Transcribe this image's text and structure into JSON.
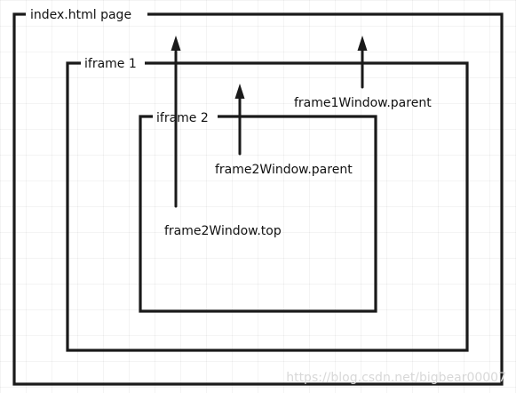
{
  "frames": {
    "page": {
      "title": "index.html page"
    },
    "iframe1": {
      "title": "iframe 1"
    },
    "iframe2": {
      "title": "iframe 2"
    }
  },
  "arrows": {
    "frame1_parent": {
      "label": "frame1Window.parent"
    },
    "frame2_parent": {
      "label": "frame2Window.parent"
    },
    "frame2_top": {
      "label": "frame2Window.top"
    }
  },
  "watermark": "https://blog.csdn.net/bigbear00007",
  "colors": {
    "stroke": "#1a1a1a",
    "background": "#ffffff",
    "watermark": "#d8d8d8"
  }
}
